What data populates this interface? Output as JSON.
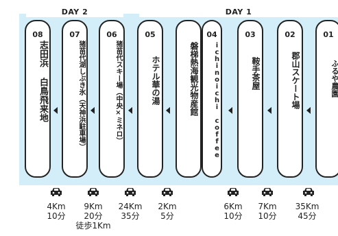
{
  "days": {
    "day2": "DAY 2",
    "day1": "DAY 1"
  },
  "stops": [
    {
      "num": "08",
      "name": "志田浜 白鳥飛来地"
    },
    {
      "num": "07",
      "name": "猪苗代湖しぶき氷（天神浜駐車場）"
    },
    {
      "num": "06",
      "name": "猪苗代スキー場（中央×ミネロ）"
    },
    {
      "num": "05",
      "name": "ホテル華の湯"
    },
    {
      "num": "",
      "name": "磐梯熱海観光物産館"
    },
    {
      "num": "04",
      "name": "ichinoichi coffee"
    },
    {
      "num": "03",
      "name": "鞍手茶屋"
    },
    {
      "num": "02",
      "name": "郡山スケート場"
    },
    {
      "num": "01",
      "name": "ふるや農園"
    }
  ],
  "legs": [
    {
      "km": "4Km",
      "time": "10分",
      "note": ""
    },
    {
      "km": "9Km",
      "time": "20分",
      "note": "徒歩1Km"
    },
    {
      "km": "24Km",
      "time": "35分",
      "note": ""
    },
    {
      "km": "2Km",
      "time": "5分",
      "note": ""
    },
    {
      "km": "6Km",
      "time": "10分",
      "note": ""
    },
    {
      "km": "7Km",
      "time": "10分",
      "note": ""
    },
    {
      "km": "35Km",
      "time": "45分",
      "note": ""
    }
  ],
  "icons": {
    "car": "car-icon",
    "arrow": "arrow-left-icon"
  },
  "colors": {
    "panel": "#d3edf9",
    "outline": "#222222"
  }
}
